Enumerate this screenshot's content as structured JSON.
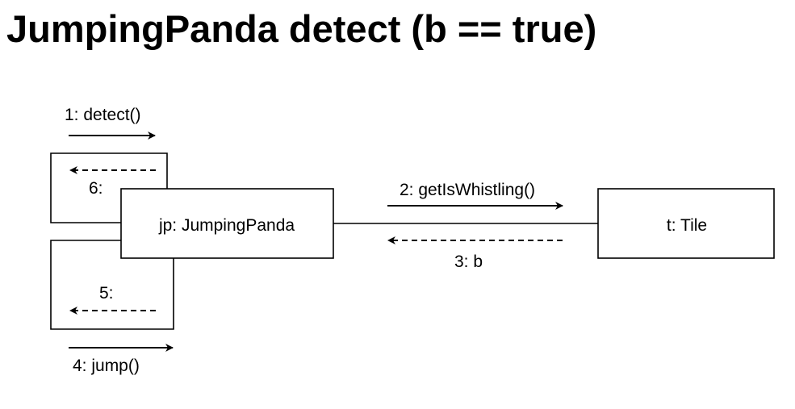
{
  "title": "JumpingPanda detect (b == true)",
  "objects": {
    "panda": "jp: JumpingPanda",
    "tile": "t: Tile"
  },
  "messages": {
    "m1": "1: detect()",
    "m2": "2: getIsWhistling()",
    "m3": "3: b",
    "m4": "4: jump()",
    "m5": "5:",
    "m6": "6:"
  }
}
